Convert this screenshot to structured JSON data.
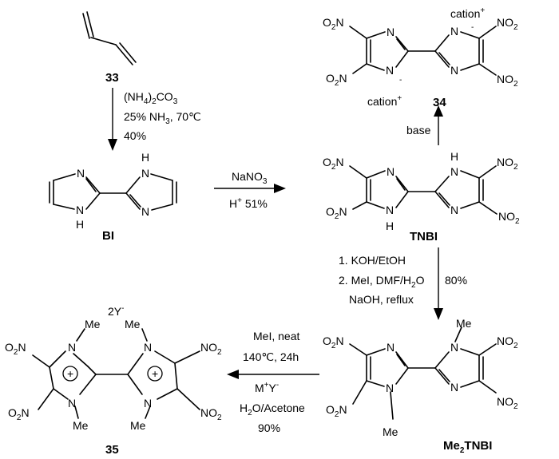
{
  "compounds": {
    "glyoxal": {
      "id": "33"
    },
    "bi": {
      "id": "BI"
    },
    "tnbi": {
      "id": "TNBI"
    },
    "salt": {
      "id": "34"
    },
    "me2tnbi": {
      "id": "Me",
      "sub": "2",
      "rest": "TNBI"
    },
    "cation": {
      "id": "35"
    }
  },
  "atoms": {
    "N": "N",
    "H": "H",
    "O2N": "O",
    "NO2": "NO",
    "two": "2",
    "me": "Me",
    "cation": "cation",
    "plus": "+",
    "minus": "-",
    "twoY": "2Y",
    "circled_plus": "+"
  },
  "conditions": {
    "step1": {
      "line1_a": "(NH",
      "line1_b": "4",
      "line1_c": ")",
      "line1_d": "2",
      "line1_e": "CO",
      "line1_f": "3",
      "line2": "25% NH",
      "line2_sub": "3",
      "line2_end": ", 70℃",
      "line3": "40%"
    },
    "step2": {
      "line1": "NaNO",
      "line1_sub": "3",
      "line2_a": "H",
      "line2_sup": "+",
      "line2_b": " 51%"
    },
    "step3": {
      "line1": "base"
    },
    "step4": {
      "line1": "1. KOH/EtOH",
      "line2": "2. MeI, DMF/H",
      "line2_sub": "2",
      "line2_end": "O",
      "line3": "NaOH, reflux",
      "yield": "80%"
    },
    "step5": {
      "line1": "MeI, neat",
      "line2": "140℃, 24h",
      "line3_a": "M",
      "line3_sup1": "+",
      "line3_b": "Y",
      "line3_sup2": "-",
      "line4": "H",
      "line4_sub": "2",
      "line4_end": "O/Acetone",
      "line5": "90%"
    }
  }
}
